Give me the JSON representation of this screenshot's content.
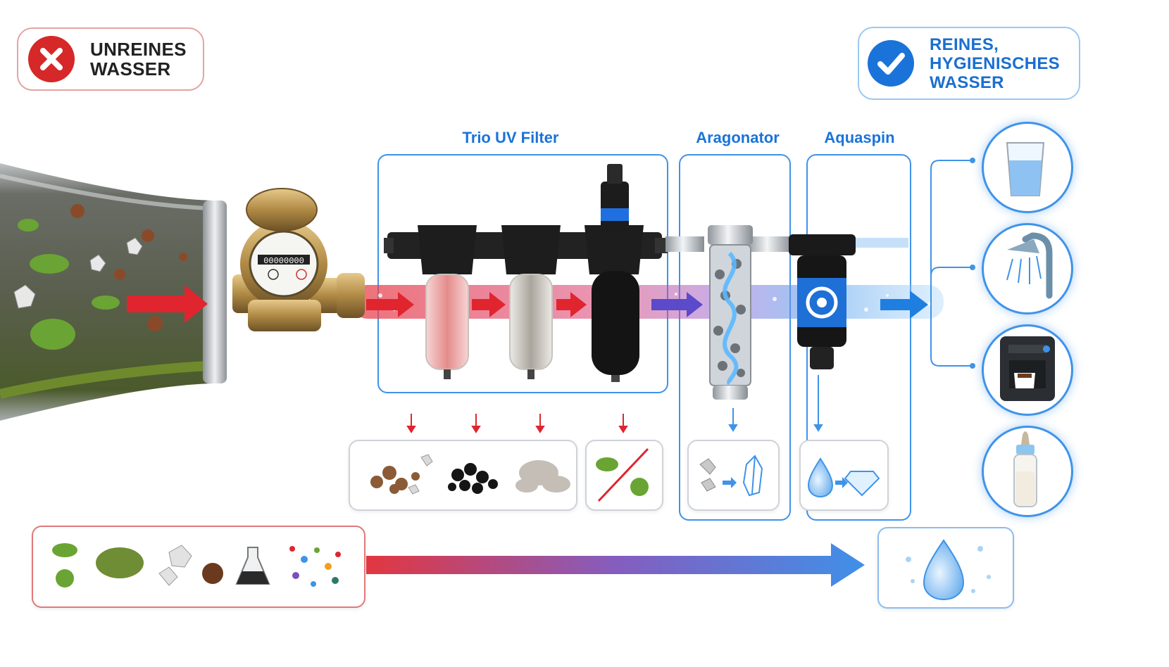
{
  "badges": {
    "dirty": {
      "text": "UNREINES\nWASSER",
      "color": "#d62828",
      "icon": "cross-icon"
    },
    "clean": {
      "text": "REINES,\nHYGIENISCHES\nWASSER",
      "color": "#1a73d9",
      "icon": "check-icon"
    }
  },
  "sections": {
    "trio": {
      "title": "Trio UV Filter"
    },
    "aragonator": {
      "title": "Aragonator"
    },
    "aquaspin": {
      "title": "Aquaspin"
    }
  },
  "meter": {
    "digits": "00000000"
  },
  "outputs": [
    {
      "name": "glass",
      "icon": "water-glass-icon"
    },
    {
      "name": "shower",
      "icon": "shower-icon"
    },
    {
      "name": "coffee",
      "icon": "coffee-machine-icon"
    },
    {
      "name": "baby",
      "icon": "baby-bottle-icon"
    }
  ],
  "colors": {
    "dirty": "#d62828",
    "clean": "#1a73d9",
    "accent": "#3f93e8"
  }
}
